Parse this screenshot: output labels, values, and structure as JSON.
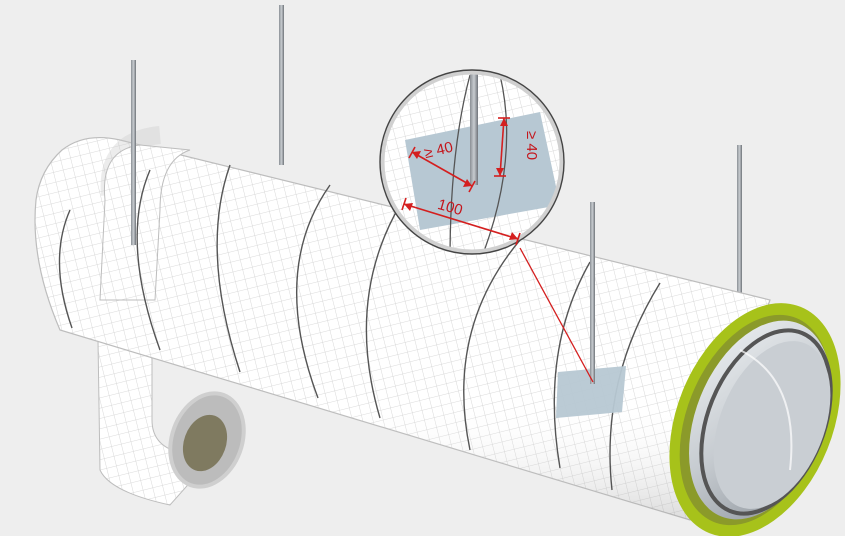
{
  "colors": {
    "background": "#eeeeee",
    "insulation": "#ffffff",
    "grid_lines": "#c9c9c9",
    "steel": "#b9bec4",
    "rubber_ring": "#a7c21a",
    "label_patch": "#b7c8d3",
    "dimension": "#d41f1f"
  },
  "callout": {
    "dimensions": {
      "min_overlap_horizontal": "≥ 40",
      "min_overlap_vertical": "≥ 40",
      "width": "100"
    }
  },
  "icons": {
    "hanger_rods": "threaded-rod-icon",
    "pipe_elbow": "pipe-elbow-icon"
  }
}
